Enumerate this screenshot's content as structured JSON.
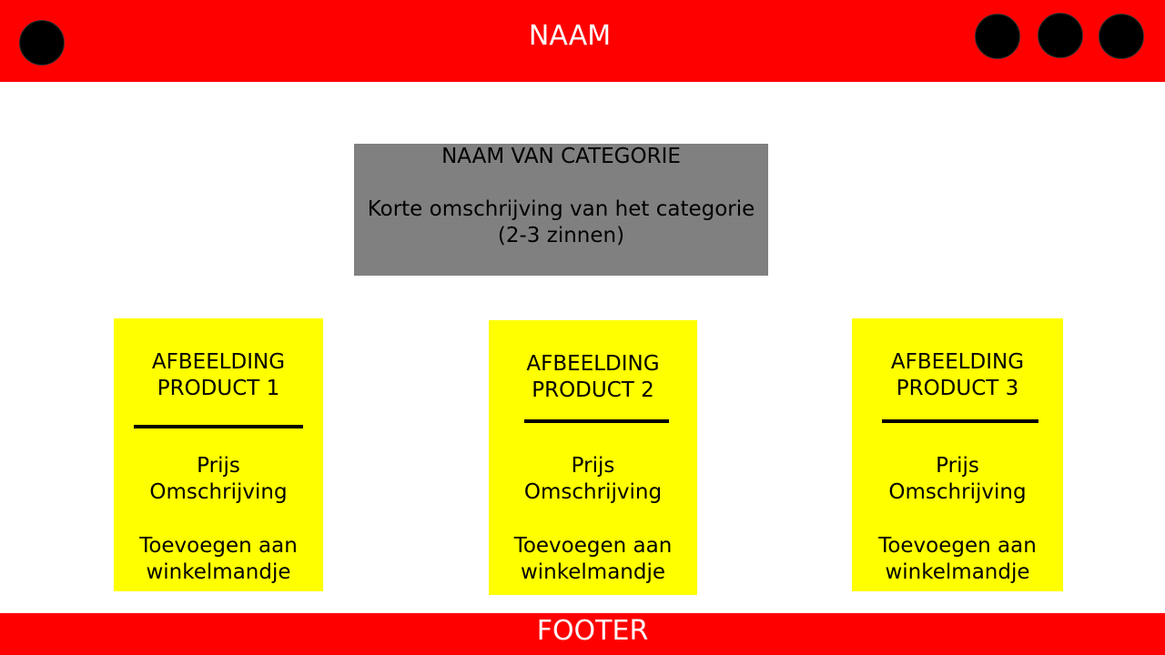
{
  "header": {
    "title": "NAAM",
    "menu_icon": "menu-circle-icon",
    "action_icons": [
      "action-circle-icon",
      "action-circle-icon",
      "action-circle-icon"
    ]
  },
  "category": {
    "title": "NAAM VAN CATEGORIE",
    "description_line1": "Korte omschrijving van het categorie",
    "description_line2": "(2-3 zinnen)"
  },
  "products": [
    {
      "image_line1": "AFBEELDING",
      "image_line2": "PRODUCT 1",
      "price": "Prijs",
      "description": "Omschrijving",
      "add_line1": "Toevoegen aan",
      "add_line2": "winkelmandje"
    },
    {
      "image_line1": "AFBEELDING",
      "image_line2": "PRODUCT 2",
      "price": "Prijs",
      "description": "Omschrijving",
      "add_line1": "Toevoegen aan",
      "add_line2": "winkelmandje"
    },
    {
      "image_line1": "AFBEELDING",
      "image_line2": "PRODUCT 3",
      "price": "Prijs",
      "description": "Omschrijving",
      "add_line1": "Toevoegen aan",
      "add_line2": "winkelmandje"
    }
  ],
  "footer": {
    "text": "FOOTER"
  },
  "colors": {
    "header_bg": "#ff0000",
    "category_bg": "#808080",
    "card_bg": "#ffff00",
    "footer_bg": "#ff0000"
  }
}
